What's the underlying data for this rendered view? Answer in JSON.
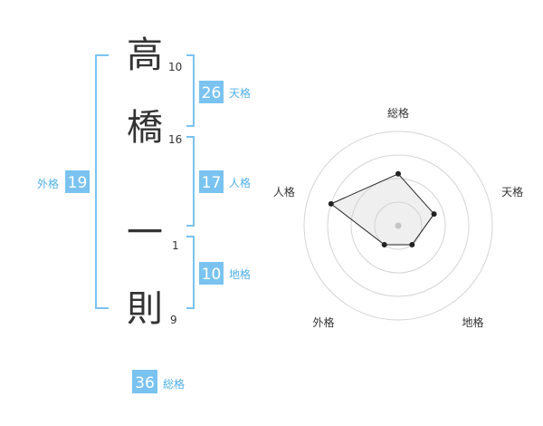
{
  "surname": {
    "chars": [
      {
        "char": "高",
        "strokes": "10"
      },
      {
        "char": "橋",
        "strokes": "16"
      }
    ]
  },
  "given_name": {
    "chars": [
      {
        "char": "一",
        "strokes": "1"
      },
      {
        "char": "則",
        "strokes": "9"
      }
    ]
  },
  "kaku": {
    "tenkaku": {
      "value": "26",
      "label": "天格"
    },
    "jinkaku": {
      "value": "17",
      "label": "人格"
    },
    "chikaku": {
      "value": "10",
      "label": "地格"
    },
    "gaikaku": {
      "value": "19",
      "label": "外格"
    },
    "soukaku": {
      "value": "36",
      "label": "総格"
    }
  },
  "colors": {
    "accent": "#7ac3f0",
    "accent_text": "#4fb0e8",
    "text": "#333333"
  },
  "chart_data": {
    "type": "radar",
    "axes": [
      "総格",
      "天格",
      "地格",
      "外格",
      "人格"
    ],
    "max": 4,
    "rings": 4,
    "values": [
      2.2,
      1.6,
      1.0,
      1.0,
      3.0
    ],
    "center_marker": true
  }
}
